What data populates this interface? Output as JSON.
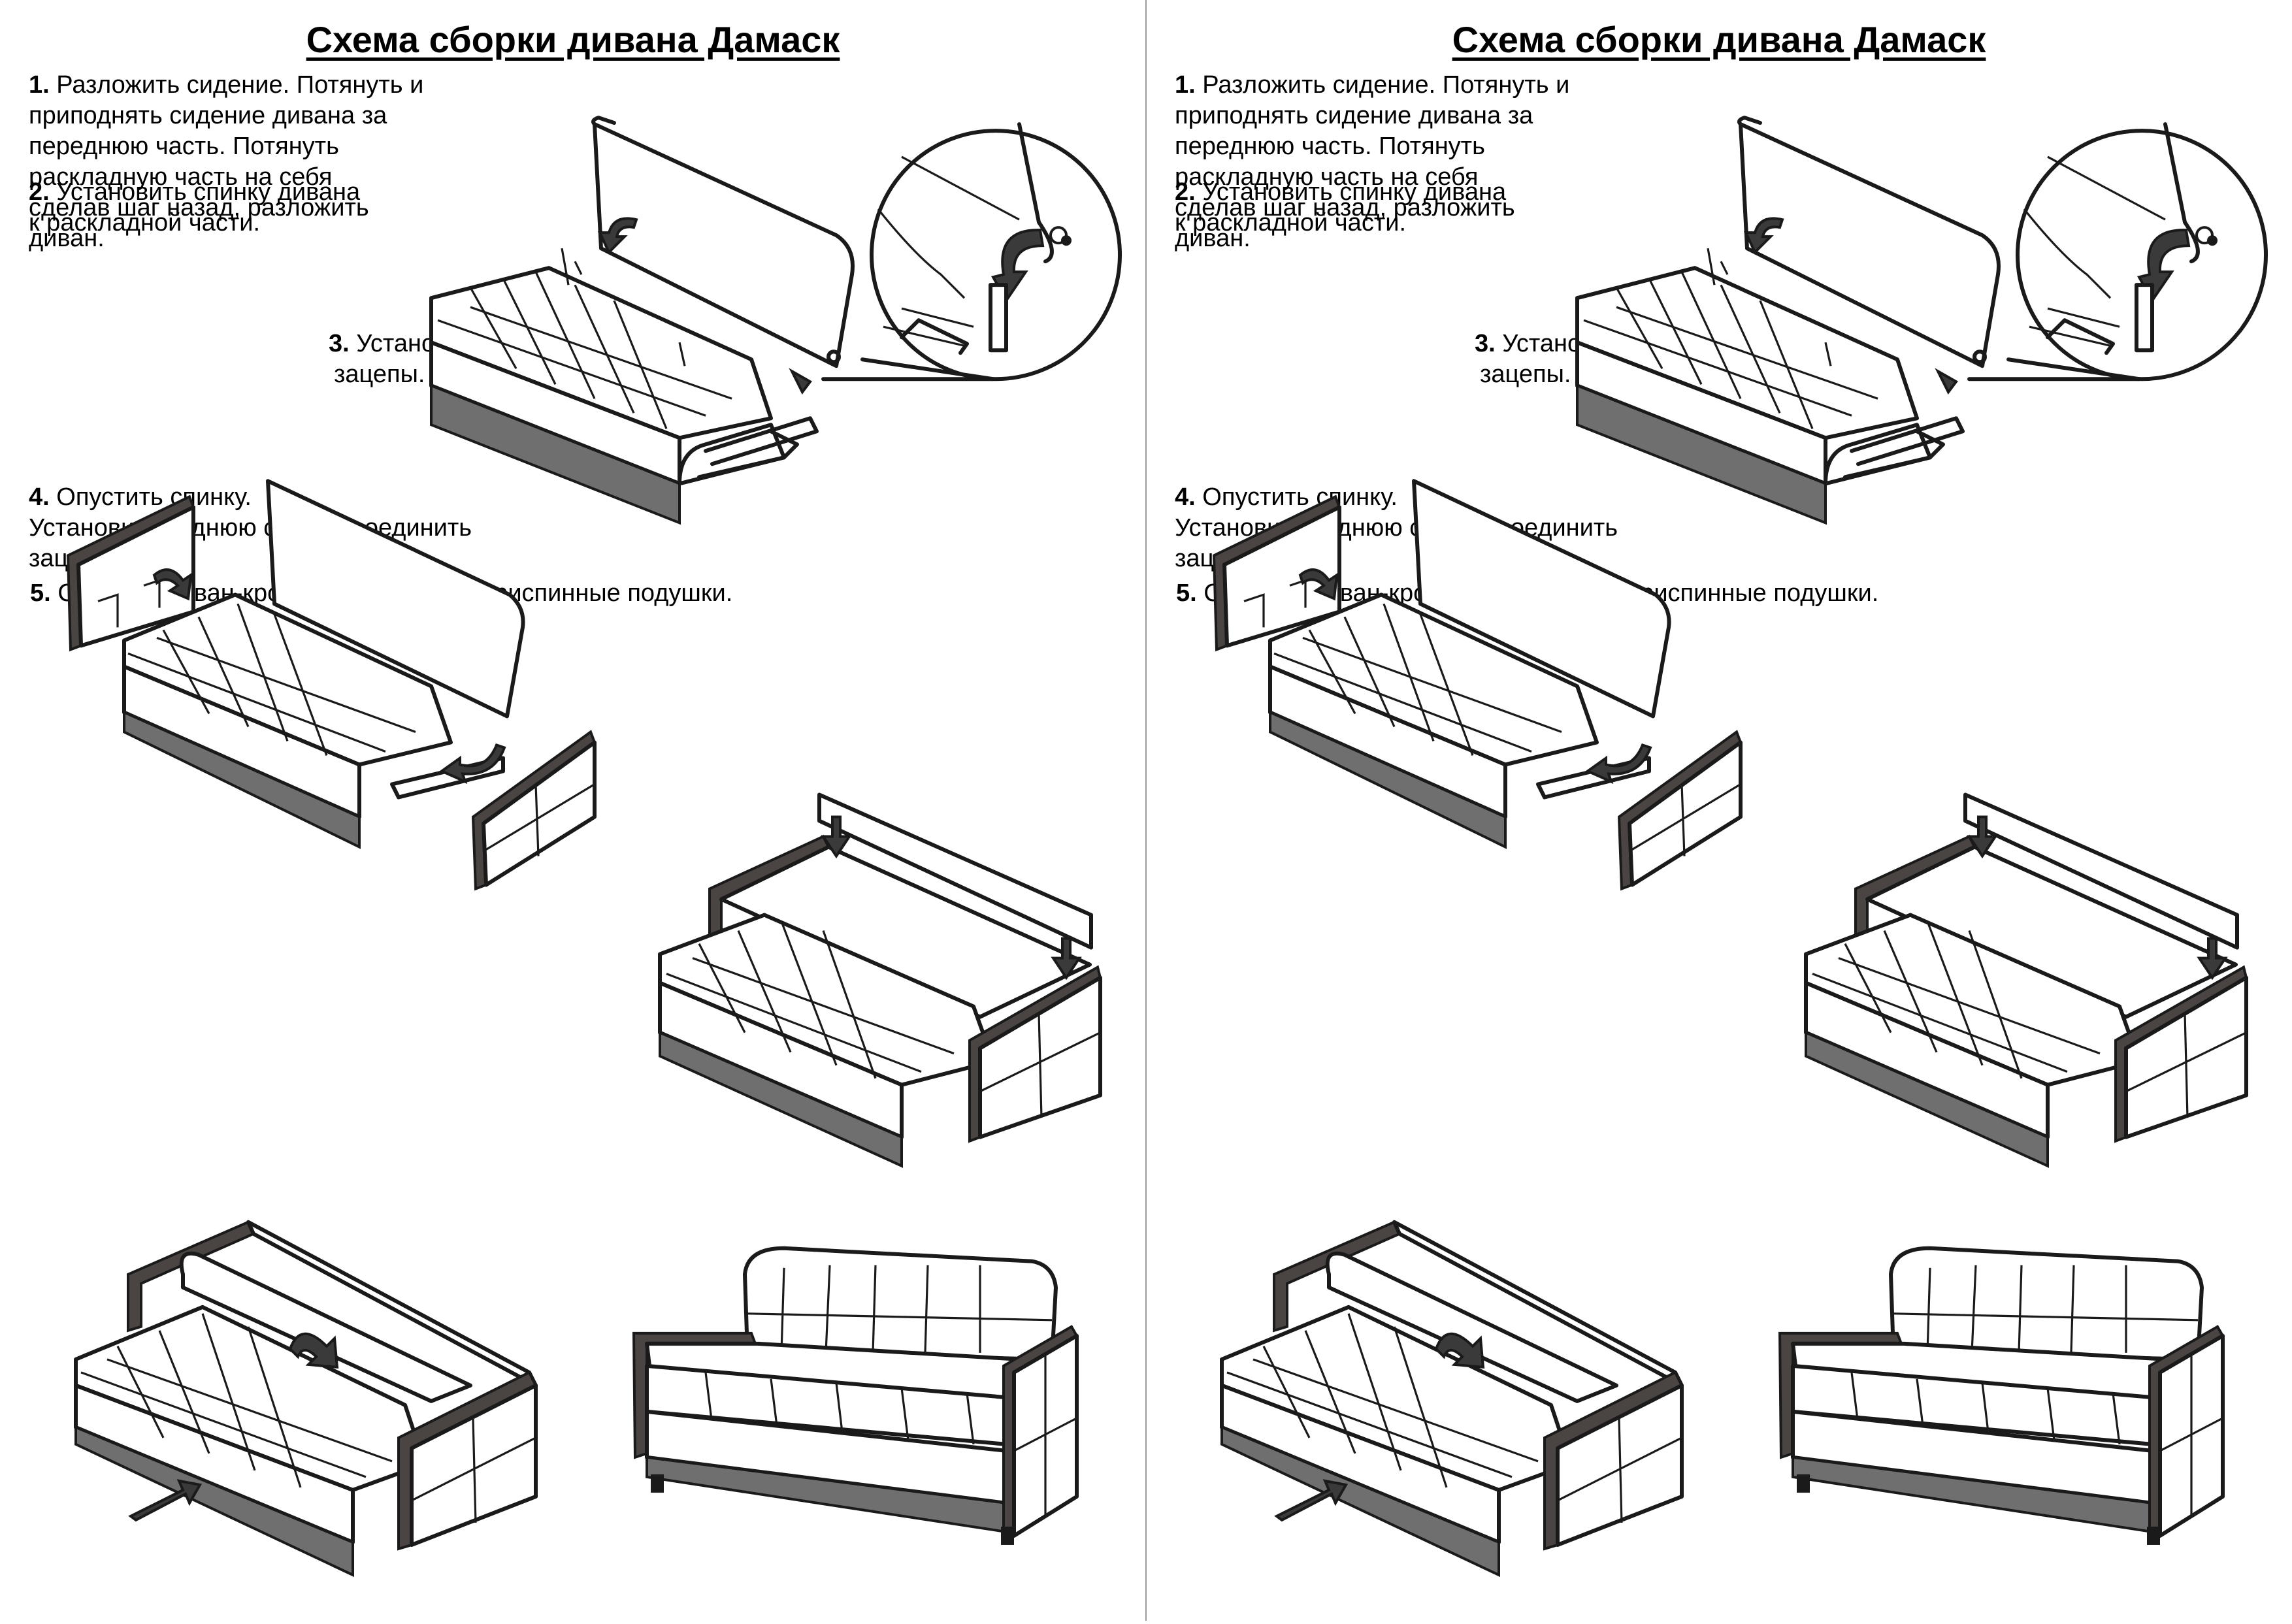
{
  "title": "Схема сборки дивана Дамаск",
  "steps": [
    {
      "number": "1.",
      "lines": [
        "Разложить сидение. Потянуть и",
        "приподнять сидение дивана за",
        "переднюю часть. Потянуть",
        "раскладную часть на себя",
        "сделав шаг назад, разложить",
        "диван."
      ]
    },
    {
      "number": "2.",
      "lines": [
        "Установить спинку дивана",
        "к раскладной части."
      ]
    },
    {
      "number": "3.",
      "lines": [
        "Установить подлокотники на",
        "зацепы."
      ]
    },
    {
      "number": "4.",
      "lines": [
        "Опустить спинку.",
        "Установить заднюю спинку, соединить",
        "зацепы."
      ]
    },
    {
      "number": "5.",
      "lines": [
        "Сложить диван-кровать, установить приспинные подушки."
      ]
    }
  ],
  "illustrations": [
    "sofa-unfolded-with-backrest-detail",
    "sofa-with-armrests-detached",
    "sofa-armrests-installed-lowering-back",
    "sofa-folding-with-pillows",
    "sofa-assembled"
  ],
  "colors": {
    "frame": "#4a4542",
    "line": "#1a1a1a",
    "background": "#ffffff"
  }
}
